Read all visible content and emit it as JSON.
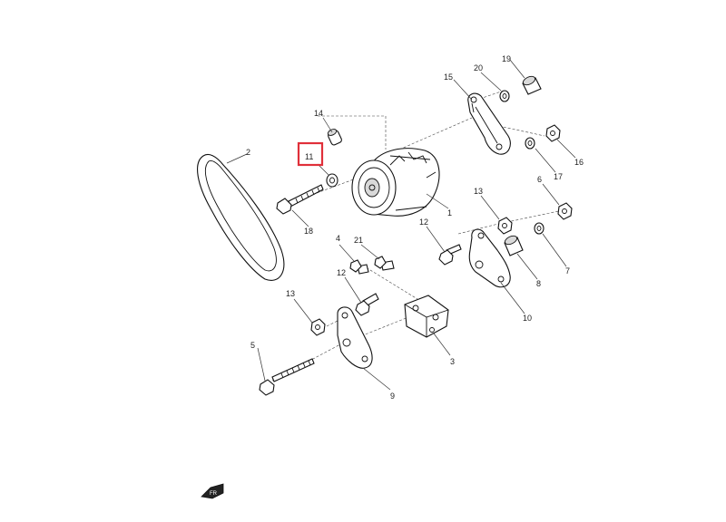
{
  "diagram": {
    "callouts": [
      {
        "id": "c1",
        "text": "1"
      },
      {
        "id": "c2",
        "text": "2"
      },
      {
        "id": "c3",
        "text": "3"
      },
      {
        "id": "c4",
        "text": "4"
      },
      {
        "id": "c5",
        "text": "5"
      },
      {
        "id": "c6",
        "text": "6"
      },
      {
        "id": "c7",
        "text": "7"
      },
      {
        "id": "c8",
        "text": "8"
      },
      {
        "id": "c9",
        "text": "9"
      },
      {
        "id": "c10",
        "text": "10"
      },
      {
        "id": "c11",
        "text": "11"
      },
      {
        "id": "c12a",
        "text": "12"
      },
      {
        "id": "c12b",
        "text": "12"
      },
      {
        "id": "c13a",
        "text": "13"
      },
      {
        "id": "c13b",
        "text": "13"
      },
      {
        "id": "c14",
        "text": "14"
      },
      {
        "id": "c15",
        "text": "15"
      },
      {
        "id": "c16",
        "text": "16"
      },
      {
        "id": "c17",
        "text": "17"
      },
      {
        "id": "c18",
        "text": "18"
      },
      {
        "id": "c19",
        "text": "19"
      },
      {
        "id": "c20",
        "text": "20"
      },
      {
        "id": "c21",
        "text": "21"
      }
    ],
    "highlight_color": "#e0303a",
    "front_marker_text": "FR"
  }
}
